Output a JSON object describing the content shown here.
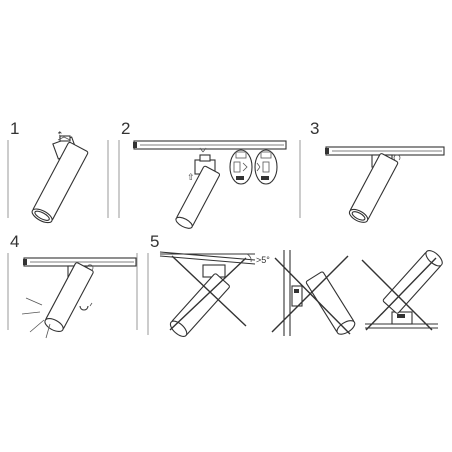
{
  "steps": [
    {
      "number": "1"
    },
    {
      "number": "2"
    },
    {
      "number": "3"
    },
    {
      "number": "4"
    },
    {
      "number": "5"
    }
  ],
  "angle_label": ">5°"
}
